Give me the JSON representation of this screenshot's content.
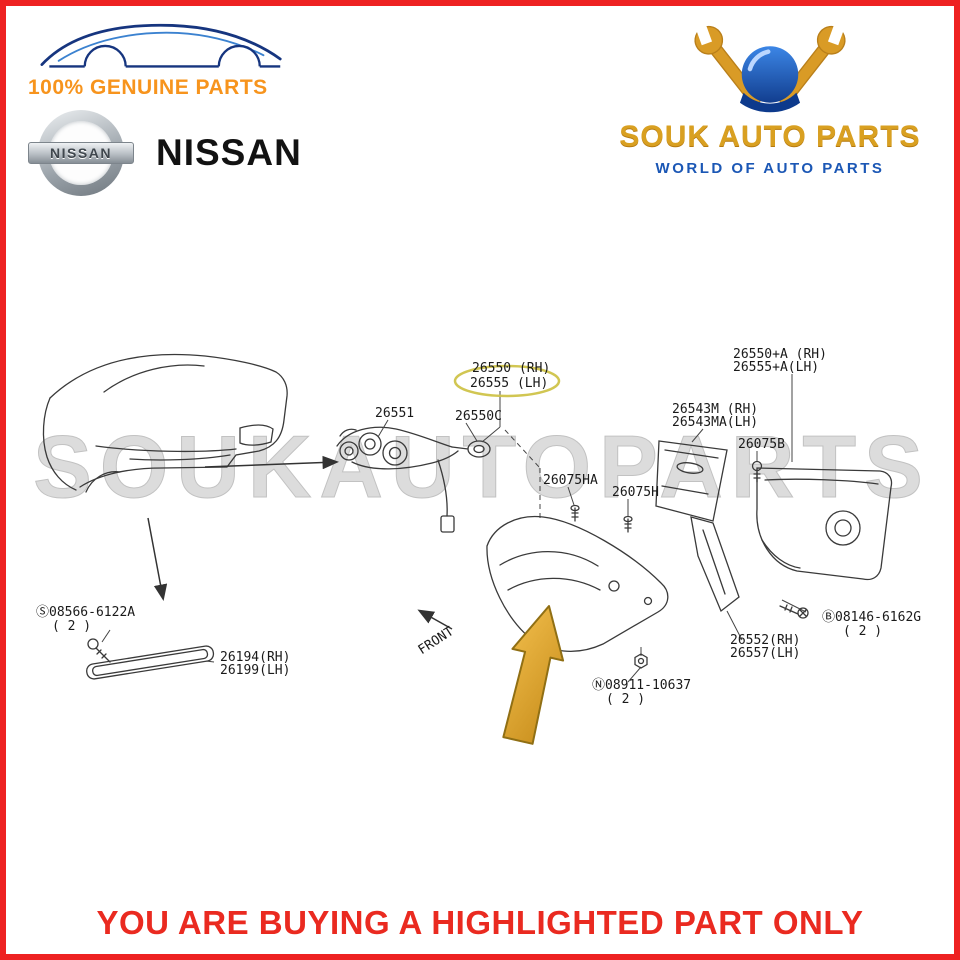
{
  "header": {
    "tagline": "100% GENUINE PARTS",
    "brand_name": "NISSAN",
    "badge_text": "NISSAN",
    "store": {
      "name": "SOUK AUTO PARTS",
      "subtitle": "WORLD OF AUTO PARTS"
    }
  },
  "diagram": {
    "watermark": "SOUKAUTOPARTS",
    "front_label": "FRONT",
    "labels": {
      "lamp_rh": "26550 (RH)",
      "lamp_lh": "26555 (LH)",
      "harness": "26551",
      "grommet": "26550C",
      "outer_rh": "26550+A (RH)",
      "outer_lh": "26555+A(LH)",
      "bracket_rh": "26543M (RH)",
      "bracket_lh": "26543MA(LH)",
      "bolt_b": "26075B",
      "stud_ha": "26075HA",
      "stud_h": "26075H",
      "screw_s": "Ⓢ08566-6122A",
      "screw_s_qty": "( 2 )",
      "reflector_rh": "26194(RH)",
      "reflector_lh": "26199(LH)",
      "bolt_right": "Ⓑ08146-6162G",
      "bolt_right_qty": "( 2 )",
      "finisher_rh": "26552(RH)",
      "finisher_lh": "26557(LH)",
      "nut": "Ⓝ08911-10637",
      "nut_qty": "( 2 )"
    }
  },
  "footer": {
    "notice": "YOU ARE BUYING A HIGHLIGHTED PART ONLY"
  },
  "colors": {
    "frame_red": "#ee2222",
    "accent_orange": "#f7941d",
    "store_gold": "#d9a021",
    "store_blue": "#1b57b5",
    "footer_red": "#ea2a20",
    "highlight_gold": "#dfa32b",
    "highlight_ellipse": "#cfc349"
  }
}
